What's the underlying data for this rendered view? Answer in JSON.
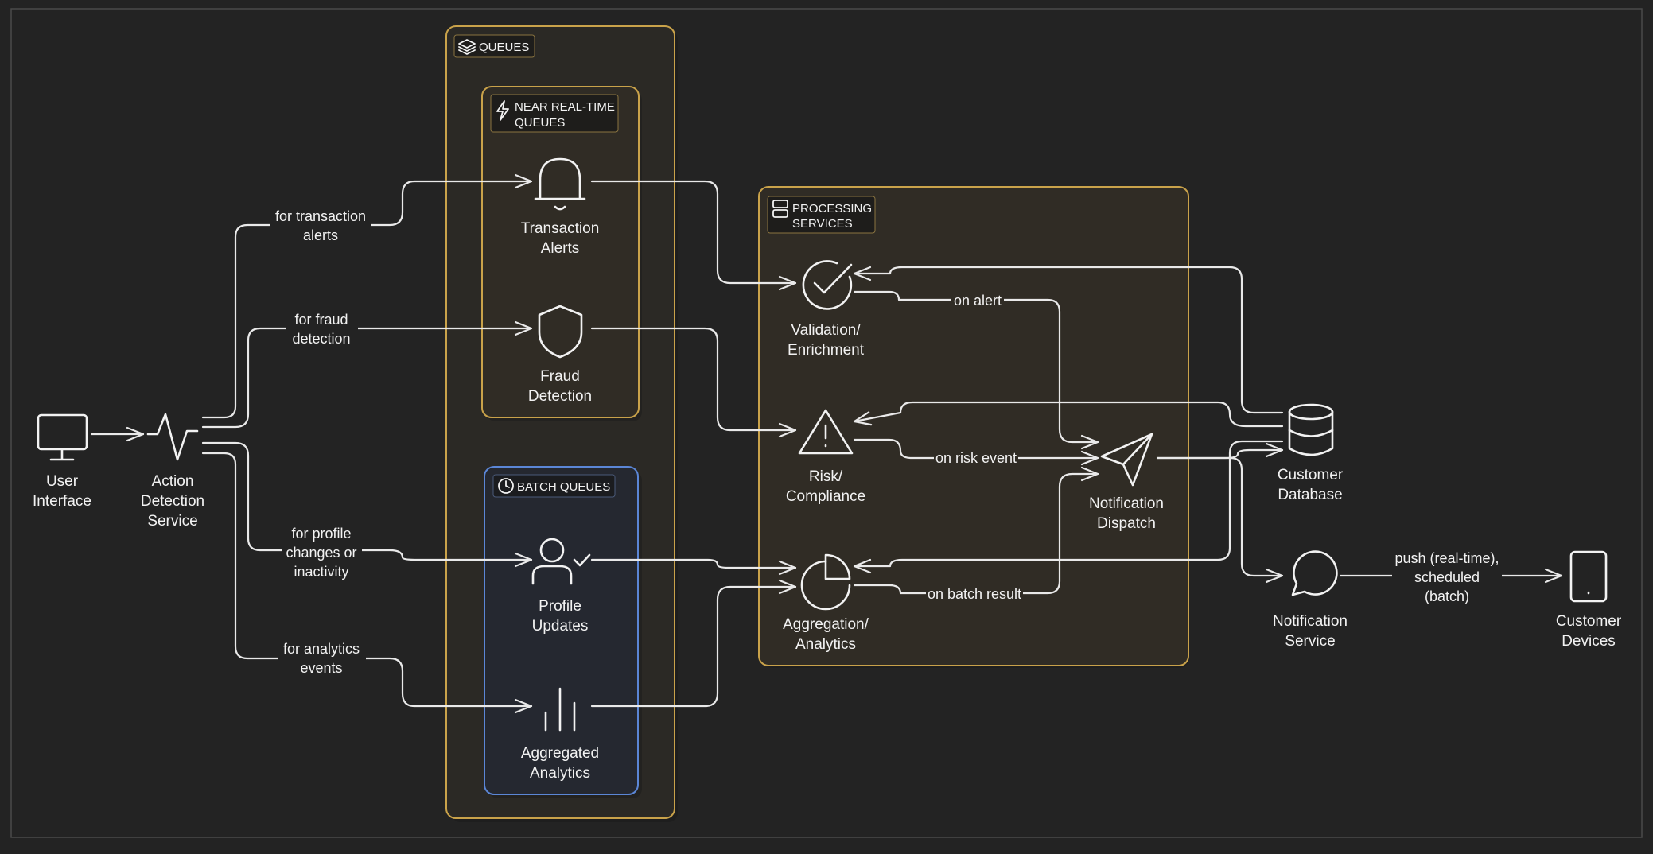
{
  "groups": {
    "queues": {
      "label": "QUEUES",
      "border": "#c9a24a",
      "fill": "#2b2925"
    },
    "near_real_time": {
      "label_lines": [
        "NEAR REAL-TIME",
        "QUEUES"
      ],
      "border": "#c9a24a",
      "fill": "#302c25"
    },
    "batch": {
      "label": "BATCH QUEUES",
      "border": "#5b86d6",
      "fill": "#252830"
    },
    "processing": {
      "label_lines": [
        "PROCESSING",
        "SERVICES"
      ],
      "border": "#c9a24a",
      "fill": "#302c25"
    }
  },
  "nodes": {
    "user_interface": {
      "icon": "monitor-icon",
      "lines": [
        "User",
        "Interface"
      ]
    },
    "action_detection": {
      "icon": "activity-icon",
      "lines": [
        "Action",
        "Detection",
        "Service"
      ]
    },
    "transaction_alerts": {
      "icon": "bell-icon",
      "lines": [
        "Transaction",
        "Alerts"
      ]
    },
    "fraud_detection": {
      "icon": "shield-icon",
      "lines": [
        "Fraud",
        "Detection"
      ]
    },
    "profile_updates": {
      "icon": "user-check-icon",
      "lines": [
        "Profile",
        "Updates"
      ]
    },
    "aggregated_analytics": {
      "icon": "bar-chart-icon",
      "lines": [
        "Aggregated",
        "Analytics"
      ]
    },
    "validation": {
      "icon": "check-circle-icon",
      "lines": [
        "Validation/",
        "Enrichment"
      ]
    },
    "risk": {
      "icon": "alert-triangle-icon",
      "lines": [
        "Risk/",
        "Compliance"
      ]
    },
    "aggregation": {
      "icon": "pie-chart-icon",
      "lines": [
        "Aggregation/",
        "Analytics"
      ]
    },
    "notification_dispatch": {
      "icon": "send-icon",
      "lines": [
        "Notification",
        "Dispatch"
      ]
    },
    "customer_database": {
      "icon": "database-icon",
      "lines": [
        "Customer",
        "Database"
      ]
    },
    "notification_service": {
      "icon": "message-circle-icon",
      "lines": [
        "Notification",
        "Service"
      ]
    },
    "customer_devices": {
      "icon": "tablet-icon",
      "lines": [
        "Customer",
        "Devices"
      ]
    }
  },
  "edges": {
    "transaction": [
      "for transaction",
      "alerts"
    ],
    "fraud": [
      "for fraud",
      "detection"
    ],
    "profile": [
      "for profile",
      "changes or",
      "inactivity"
    ],
    "analytics": [
      "for analytics",
      "events"
    ],
    "on_alert": "on alert",
    "on_risk": "on risk event",
    "on_batch": "on batch result",
    "push": [
      "push (real-time),",
      "scheduled",
      "(batch)"
    ]
  },
  "colors": {
    "background": "#232323",
    "frame": "#4a4a4a",
    "line": "#e9e9e9",
    "text": "#f2f2f2"
  }
}
